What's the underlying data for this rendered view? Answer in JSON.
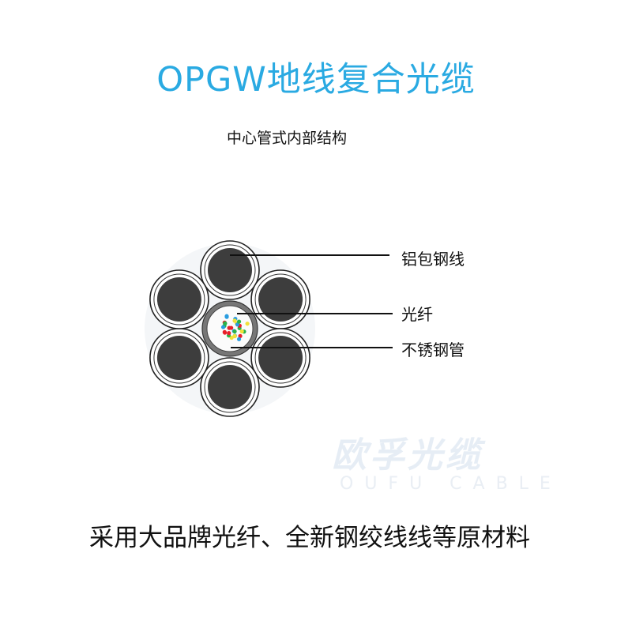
{
  "title": "OPGW地线复合光缆",
  "subtitle": "中心管式内部结构",
  "labels": {
    "strand": "铝包钢线",
    "fiber": "光纤",
    "tube": "不锈钢管"
  },
  "bottom_text": "采用大品牌光纤、全新钢绞线线等原材料",
  "watermark": {
    "cn": "欧孚光缆",
    "en": "OUFU CABLE"
  },
  "colors": {
    "title": "#2aaae2",
    "strand_core": "#3d3d3d",
    "fibers": [
      "#e8202a",
      "#2a9de0",
      "#2bb34a",
      "#f1e13a"
    ]
  }
}
